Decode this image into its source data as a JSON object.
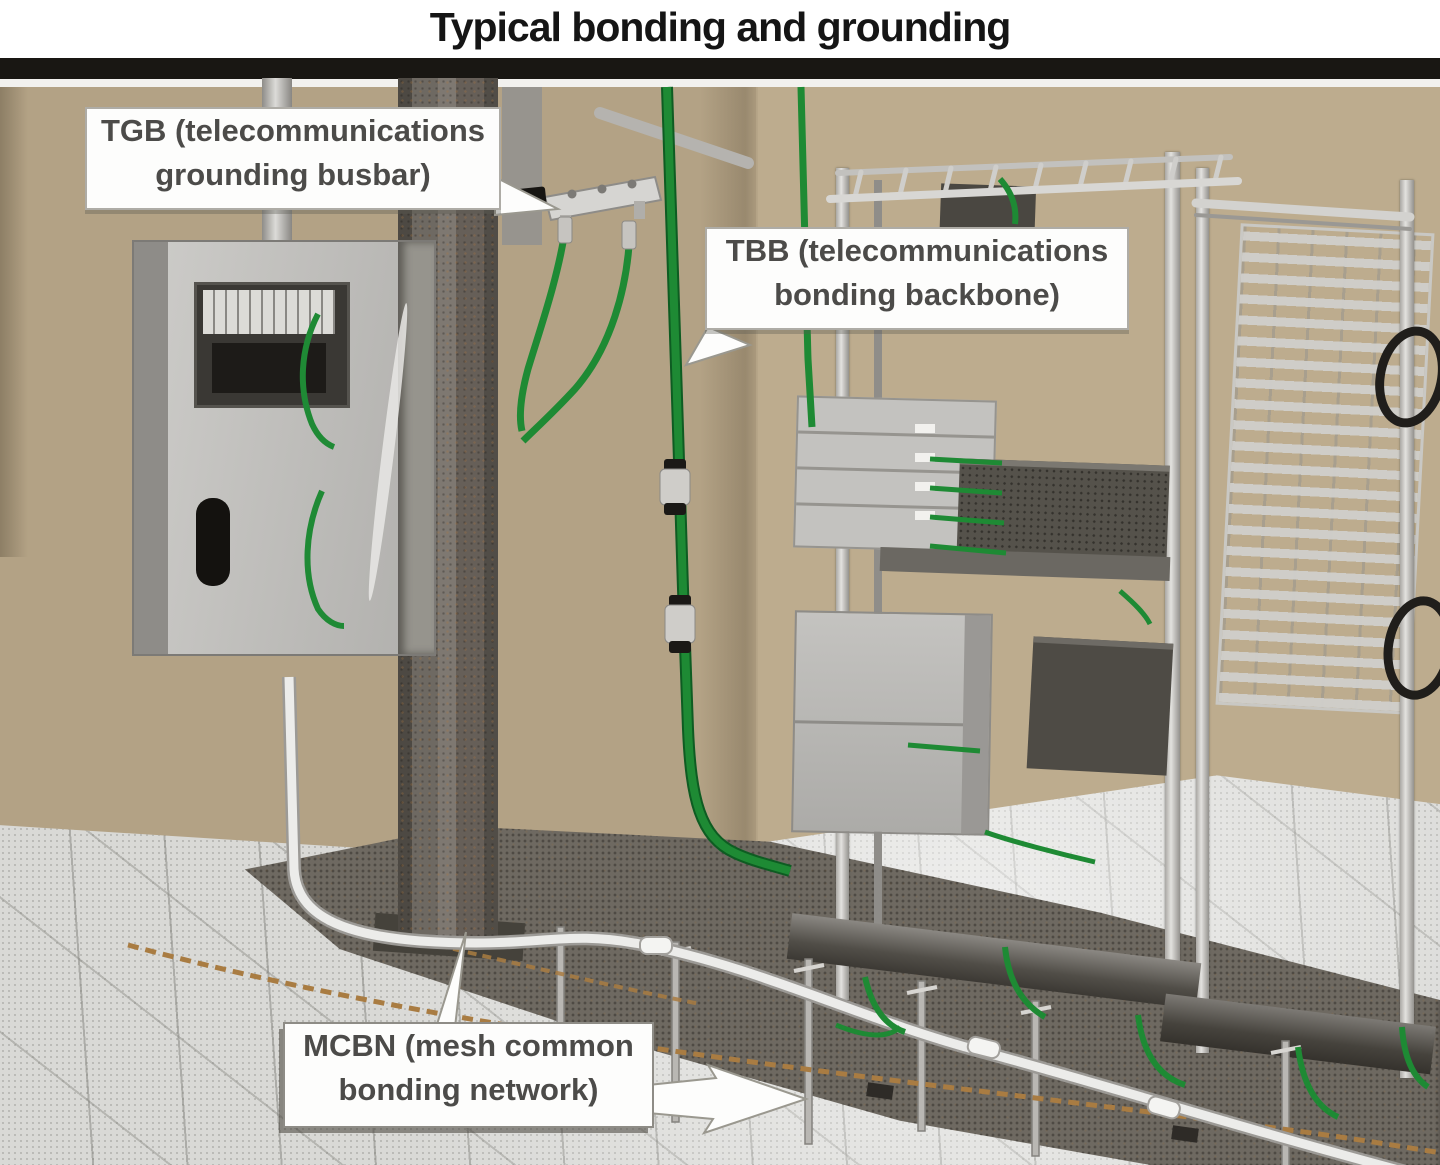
{
  "title": "Typical bonding and grounding",
  "callouts": {
    "tgb": {
      "line1": "TGB (telecommunications",
      "line2": "grounding busbar)"
    },
    "tbb": {
      "line1": "TBB (telecommunications",
      "line2": "bonding backbone)"
    },
    "mcbn": {
      "line1": "MCBN (mesh common",
      "line2": "bonding network)"
    }
  },
  "scene": {
    "elements": [
      "telecommunications grounding busbar on wall",
      "telecommunications bonding backbone cable (green) running down wall corner",
      "mesh common bonding network in floor trench with copper conductor",
      "electrical panel with open door and green bonding jumpers",
      "steel building column",
      "two open equipment racks with bonded equipment",
      "raised access floor tiles with pedestals"
    ],
    "colors": {
      "wall_tan": "#b3a285",
      "wall_tan_light": "#bdac8e",
      "floor_tile": "#d9d9d6",
      "trench_dark": "#6e6961",
      "bonding_wire_green": "#1e8a34",
      "copper_conductor": "#a97c42",
      "conduit_white": "#ececea",
      "rack_silver": "#d5d4d1",
      "label_text": "#4c4b49",
      "title_text": "#151515"
    }
  }
}
